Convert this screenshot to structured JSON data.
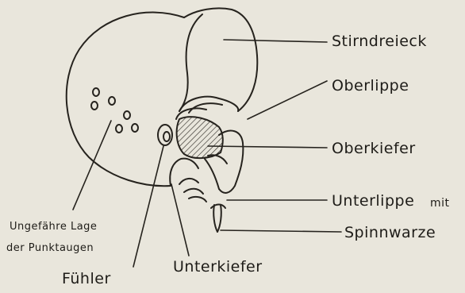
{
  "diagram": {
    "labels": {
      "stirndreieck": "Stirndreieck",
      "oberlippe": "Oberlippe",
      "oberkiefer": "Oberkiefer",
      "unterlippe": "Unterlippe",
      "unterlippe_suffix": "mit",
      "spinnwarze": "Spinnwarze",
      "punktaugen_line1": "Ungefähre Lage",
      "punktaugen_line2": "der Punktaugen",
      "fuehler": "Fühler",
      "unterkiefer": "Unterkiefer"
    },
    "colors": {
      "paper": "#e9e6dc",
      "ink": "#1e1c18"
    }
  }
}
